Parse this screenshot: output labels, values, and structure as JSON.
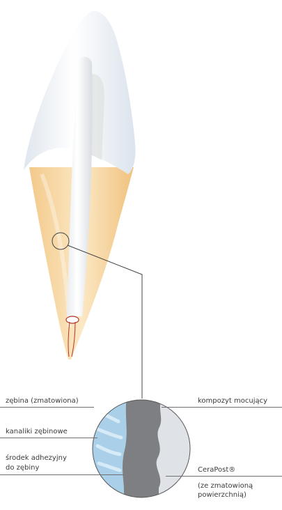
{
  "labels": {
    "dentin_matte": "zębina (zmatowiona)",
    "dentinal_tubules": "kanaliki zębinowe",
    "adhesive_line1": "środek adhezyjny",
    "adhesive_line2": "do zębiny",
    "luting_composite": "kompozyt mocujący",
    "cerapost": "CeraPost®",
    "matte_surface_line1": "(ze zmatowioną",
    "matte_surface_line2": "powierzchnią)"
  },
  "colors": {
    "crown_enamel": "#eef2f6",
    "root_dentin": "#f6d9a8",
    "post_white": "#f7f8fa",
    "composite_gray": "#7d7f82",
    "dentin_blue": "#a9cfe9",
    "post_lightgray": "#dfe2e6",
    "root_canal_red": "#b2352a"
  }
}
